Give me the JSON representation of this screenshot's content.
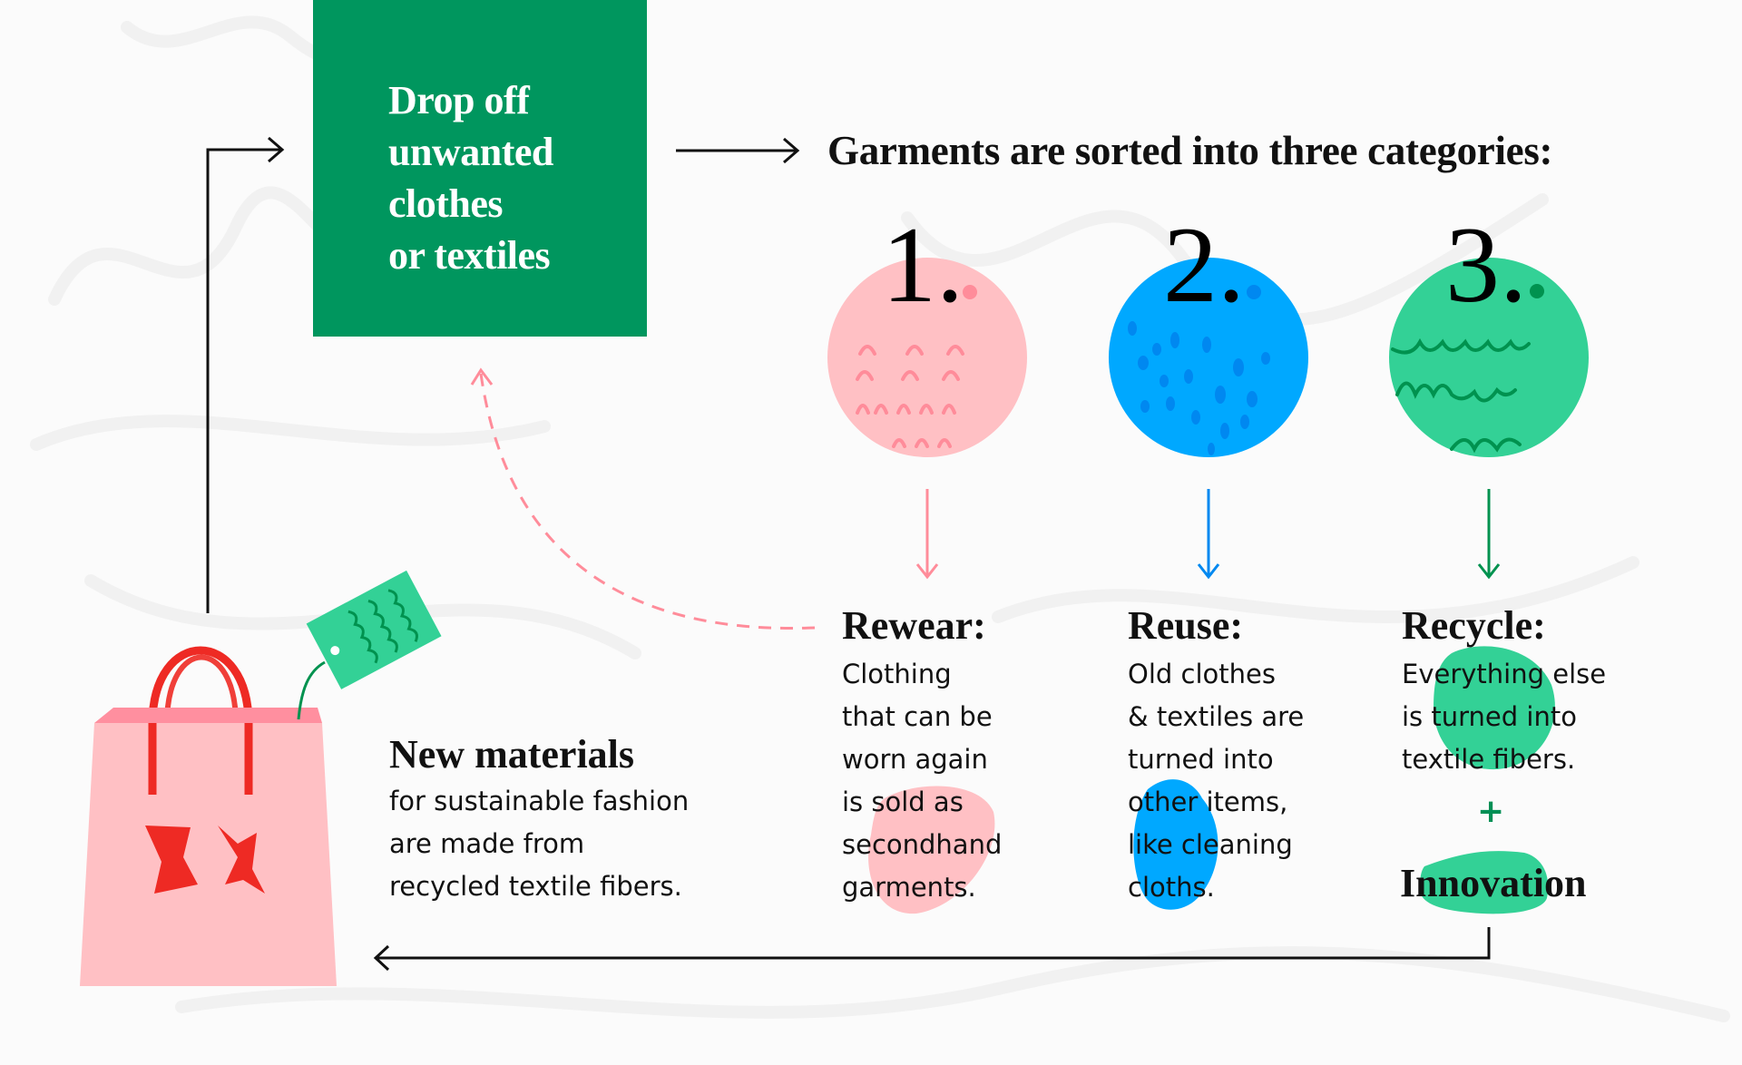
{
  "diagram": {
    "start_box": {
      "lines": [
        "Drop off",
        "unwanted",
        "clothes",
        "or textiles"
      ],
      "color": "#00965e"
    },
    "headline": "Garments are sorted into three categories:",
    "categories": [
      {
        "number": "1.",
        "title": "Rewear:",
        "body": [
          "Clothing",
          "that can be",
          "worn again",
          "is sold as",
          "secondhand",
          "garments."
        ],
        "color": "#ffc0c4",
        "accent": "#ff8c9a"
      },
      {
        "number": "2.",
        "title": "Reuse:",
        "body": [
          "Old clothes",
          "& textiles are",
          "turned into",
          "other items,",
          "like cleaning",
          "cloths."
        ],
        "color": "#00a8ff",
        "accent": "#0088f0"
      },
      {
        "number": "3.",
        "title": "Recycle:",
        "body": [
          "Everything else",
          "is turned into",
          "textile fibers."
        ],
        "color": "#33d196",
        "accent": "#00924f"
      }
    ],
    "plus": "+",
    "innovation": "Innovation",
    "outcome": {
      "title": "New materials",
      "body": [
        "for sustainable fashion",
        "are made from",
        "recycled textile fibers."
      ]
    },
    "colors": {
      "bag": "#ffc0c4",
      "bag_top": "#ff8f9f",
      "bag_handle": "#ee2a24",
      "tag": "#33d196",
      "arrow": "#111111"
    }
  }
}
